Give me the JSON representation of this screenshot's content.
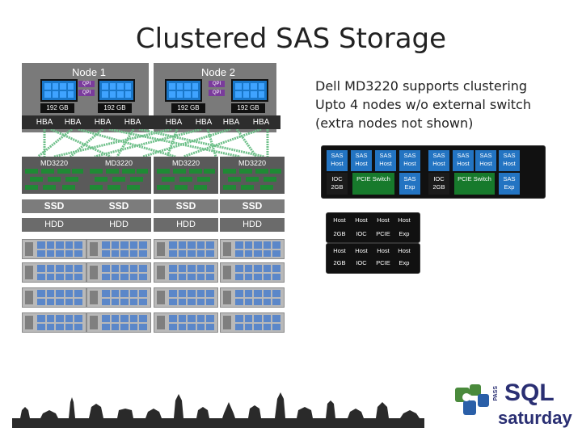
{
  "title": "Clustered SAS Storage",
  "nodes": [
    {
      "label": "Node 1",
      "qpi": [
        "QPI",
        "QPI"
      ],
      "memory": [
        "192 GB",
        "192 GB"
      ],
      "hbas": [
        "HBA",
        "HBA",
        "HBA",
        "HBA"
      ]
    },
    {
      "label": "Node 2",
      "qpi": [
        "QPI",
        "QPI"
      ],
      "memory": [
        "192 GB",
        "192 GB"
      ],
      "hbas": [
        "HBA",
        "HBA",
        "HBA",
        "HBA"
      ]
    }
  ],
  "arrays": [
    {
      "label": "MD3220",
      "ssd": "SSD",
      "hdd": "HDD"
    },
    {
      "label": "MD3220",
      "ssd": "SSD",
      "hdd": "HDD"
    },
    {
      "label": "MD3220",
      "ssd": "SSD",
      "hdd": "HDD"
    },
    {
      "label": "MD3220",
      "ssd": "SSD",
      "hdd": "HDD"
    }
  ],
  "description": [
    "Dell MD3220 supports clustering",
    "Upto 4 nodes w/o external switch",
    "(extra nodes not shown)"
  ],
  "controller": {
    "sas_host": "SAS Host",
    "ioc": "IOC 2GB",
    "pcie_switch": "PCIE Switch",
    "sas_exp": "SAS Exp"
  },
  "host_rows": [
    {
      "hosts": [
        "Host",
        "Host",
        "Host",
        "Host"
      ],
      "bottom": [
        "2GB",
        "IOC",
        "PCIE",
        "Exp"
      ]
    },
    {
      "hosts": [
        "Host",
        "Host",
        "Host",
        "Host"
      ],
      "bottom": [
        "2GB",
        "IOC",
        "PCIE",
        "Exp"
      ]
    }
  ],
  "logo": {
    "pass": "PASS",
    "sql": "SQL",
    "saturday": "saturday"
  },
  "colors": {
    "node": "#7a7a7a",
    "cpu": "#1976c8",
    "qpi": "#7a3b9c",
    "cable": "#6fc08a",
    "ssd_green": "#1f8a35",
    "bay": "#5b87c9",
    "sas_blue": "#2374c2"
  }
}
